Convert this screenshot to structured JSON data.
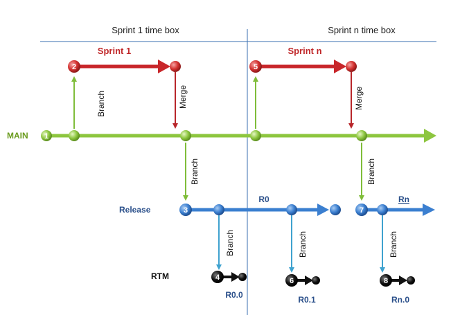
{
  "headers": {
    "sprint1": "Sprint 1 time box",
    "sprintn": "Sprint n time box"
  },
  "branches": {
    "sprint1": "Sprint 1",
    "sprintn": "Sprint n",
    "main": "MAIN",
    "release": "Release",
    "rtm": "RTM"
  },
  "release_labels": {
    "r0": "R0",
    "rn": "Rn"
  },
  "rtm_labels": {
    "r00": "R0.0",
    "r01": "R0.1",
    "rn0": "Rn.0"
  },
  "edge_labels": {
    "branch": "Branch",
    "merge": "Merge"
  },
  "steps": [
    "1",
    "2",
    "3",
    "4",
    "5",
    "6",
    "7",
    "8"
  ],
  "colors": {
    "main": "#8dc63f",
    "sprint": "#c8262a",
    "release": "#3b7fd0",
    "rtm": "#111111",
    "divider": "#3a6fb0"
  }
}
